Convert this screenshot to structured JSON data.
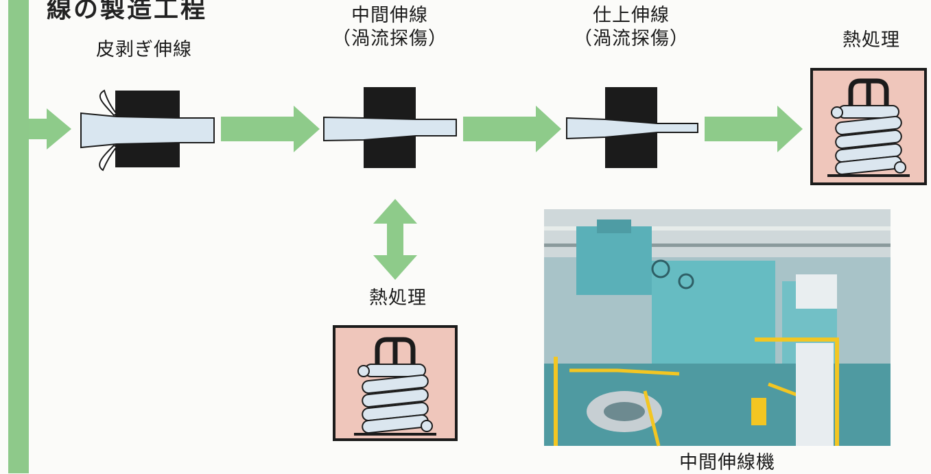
{
  "title": "線の製造工程",
  "steps": [
    {
      "label": "皮剥ぎ伸線"
    },
    {
      "label_line1": "中間伸線",
      "label_line2": "（渦流探傷）"
    },
    {
      "label_line1": "仕上伸線",
      "label_line2": "（渦流探傷）"
    },
    {
      "label": "熱処理"
    }
  ],
  "side_step": {
    "label": "熱処理"
  },
  "photo": {
    "caption": "中間伸線機"
  },
  "colors": {
    "arrow": "#8ecb8a",
    "wire": "#d9e6f0",
    "die": "#1b1b1b",
    "furnace_bg": "#efc6bb",
    "sidebar": "#8ec98a"
  }
}
